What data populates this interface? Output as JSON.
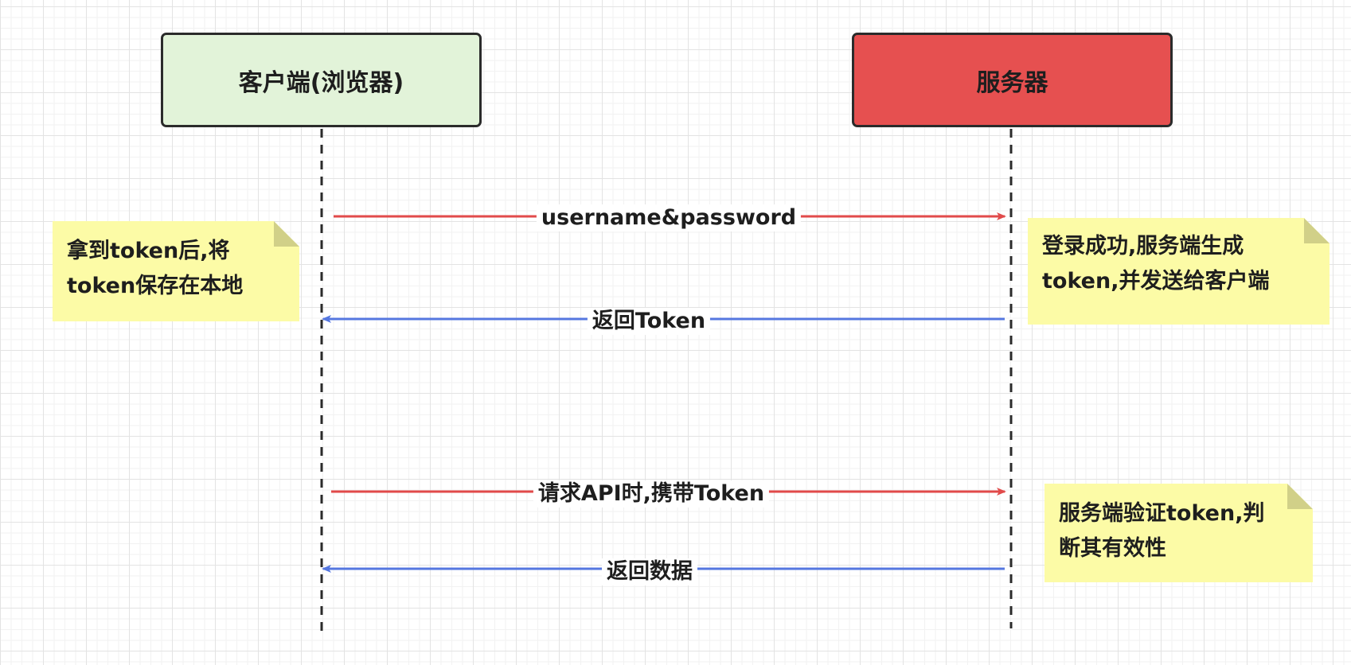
{
  "actors": {
    "client": "客户端(浏览器)",
    "server": "服务器"
  },
  "messages": [
    {
      "label": "username&password",
      "direction": "client-to-server",
      "color": "#e14a4a"
    },
    {
      "label": "返回Token",
      "direction": "server-to-client",
      "color": "#5577e0"
    },
    {
      "label": "请求API时,携带Token",
      "direction": "client-to-server",
      "color": "#e14a4a"
    },
    {
      "label": "返回数据",
      "direction": "server-to-client",
      "color": "#5577e0"
    }
  ],
  "notes": {
    "client_note": [
      "拿到token后,将",
      "token保存在本地"
    ],
    "server_note_1": [
      "登录成功,服务端生成",
      "token,并发送给客户端"
    ],
    "server_note_2": [
      "服务端验证token,判",
      "断其有效性"
    ]
  },
  "colors": {
    "client_box": "#e2f3d9",
    "server_box": "#e65050",
    "note": "#fcfba6",
    "request_arrow": "#e14a4a",
    "response_arrow": "#5577e0"
  }
}
